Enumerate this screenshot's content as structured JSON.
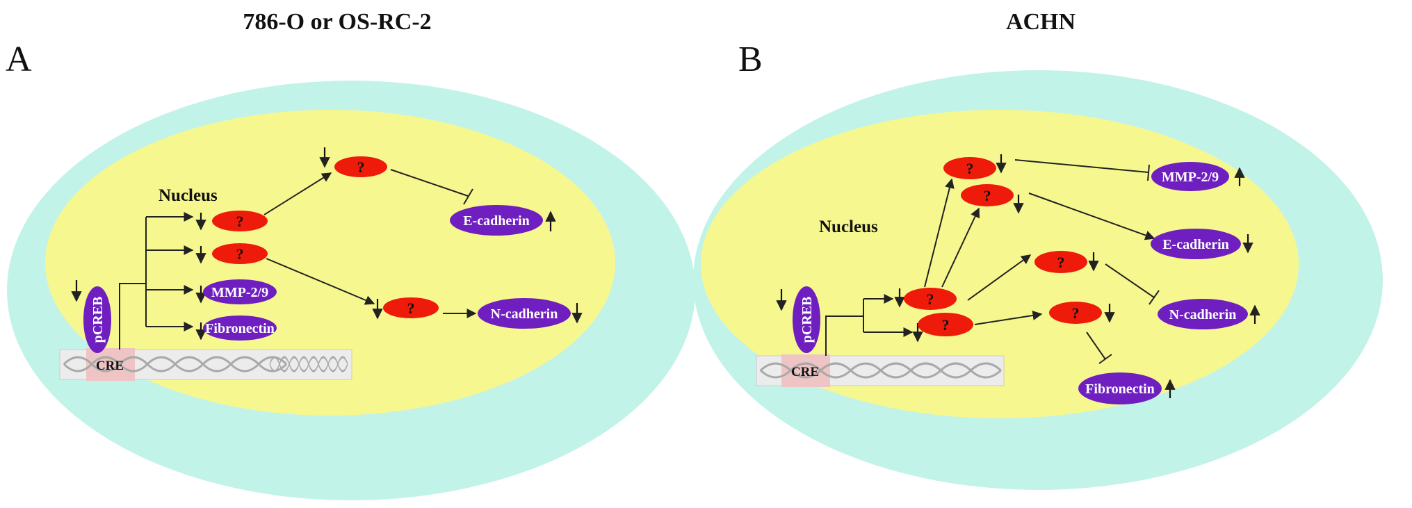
{
  "panels": [
    {
      "letter": "A",
      "title": "786-O or OS-RC-2",
      "nucleus_label": "Nucleus",
      "upstream": "pCREB",
      "element": "CRE",
      "targets": [
        "E-cadherin",
        "N-cadherin",
        "MMP-2/9",
        "Fibronectin"
      ],
      "unknown_label": "?"
    },
    {
      "letter": "B",
      "title": "ACHN",
      "nucleus_label": "Nucleus",
      "upstream": "pCREB",
      "element": "CRE",
      "targets": [
        "MMP-2/9",
        "E-cadherin",
        "N-cadherin",
        "Fibronectin"
      ],
      "unknown_label": "?"
    }
  ],
  "colors": {
    "cell": "#c2f3e8",
    "nucleus": "#f7f78f",
    "purple_node": "#6f1fbf",
    "red_node": "#ee1a0a",
    "cre_highlight": "#efc4c4",
    "dna_bg": "#ececec",
    "dna_strand": "#a9a9a9"
  }
}
